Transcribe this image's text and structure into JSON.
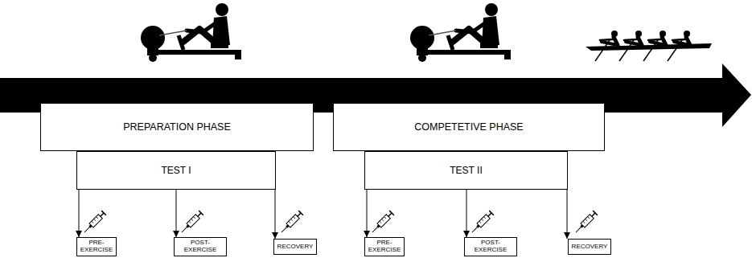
{
  "diagram": {
    "nodes": [
      {
        "text": [
          "PREPARATION PHASE"
        ]
      },
      {
        "text": [
          "TEST I"
        ]
      },
      {
        "text": [
          "PRE- EXERCISE"
        ]
      },
      {
        "text": [
          "POST- EXERCISE"
        ]
      },
      {
        "text": [
          "RECOVERY"
        ]
      },
      {
        "text": [
          "COMPETETIVE PHASE"
        ]
      },
      {
        "text": [
          "TEST II"
        ]
      },
      {
        "text": [
          "PRE- EXERCISE"
        ]
      },
      {
        "text": [
          "POST- EXERCISE"
        ]
      },
      {
        "text": [
          "RECOVERY"
        ]
      }
    ],
    "edges": [
      {
        "from": 1,
        "to": 2,
        "arrow": "to"
      },
      {
        "from": 1,
        "to": 3,
        "arrow": "to"
      },
      {
        "from": 1,
        "to": 4,
        "arrow": "to"
      },
      {
        "from": 6,
        "to": 7,
        "arrow": "to"
      },
      {
        "from": 6,
        "to": 8,
        "arrow": "to"
      },
      {
        "from": 6,
        "to": 9,
        "arrow": "to"
      }
    ]
  }
}
